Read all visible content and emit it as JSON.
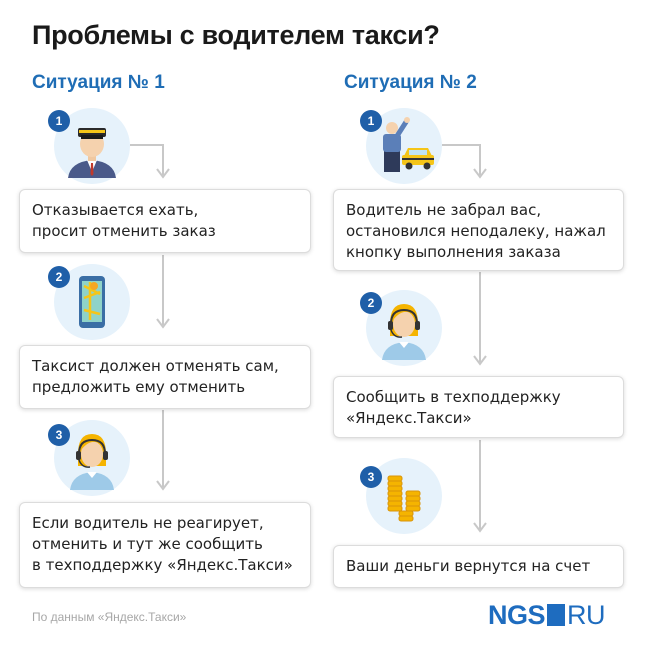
{
  "title": "Проблемы с водителем такси?",
  "situation1": {
    "heading": "Ситуация № 1",
    "steps": [
      {
        "badge": "1",
        "icon": "taxi-driver-icon",
        "lines": [
          "Отказывается ехать,",
          "просит отменить заказ"
        ]
      },
      {
        "badge": "2",
        "icon": "phone-map-icon",
        "lines": [
          "Таксист должен отменять сам,",
          "предложить ему отменить"
        ]
      },
      {
        "badge": "3",
        "icon": "support-operator-icon",
        "lines": [
          "Если водитель не реагирует,",
          "отменить и тут же сообщить",
          "в техподдержку «Яндекс.Такси»"
        ]
      }
    ]
  },
  "situation2": {
    "heading": "Ситуация № 2",
    "steps": [
      {
        "badge": "1",
        "icon": "person-hailing-taxi-icon",
        "lines": [
          "Водитель не забрал вас,",
          "остановился неподалеку, нажал",
          "кнопку выполнения заказа"
        ]
      },
      {
        "badge": "2",
        "icon": "support-operator-icon",
        "lines": [
          "Сообщить в техподдержку",
          "«Яндекс.Такси»"
        ]
      },
      {
        "badge": "3",
        "icon": "coins-icon",
        "lines": [
          "Ваши деньги вернутся на счет"
        ]
      }
    ]
  },
  "source": "По данным «Яндекс.Такси»",
  "logo": {
    "left": "NGS",
    "right": "RU"
  },
  "colors": {
    "accent": "#1f6db5",
    "badge": "#1f5fa8",
    "circle": "#e6f2fb",
    "arrow": "#c8c8c8",
    "taxi_yellow": "#f5c518"
  }
}
